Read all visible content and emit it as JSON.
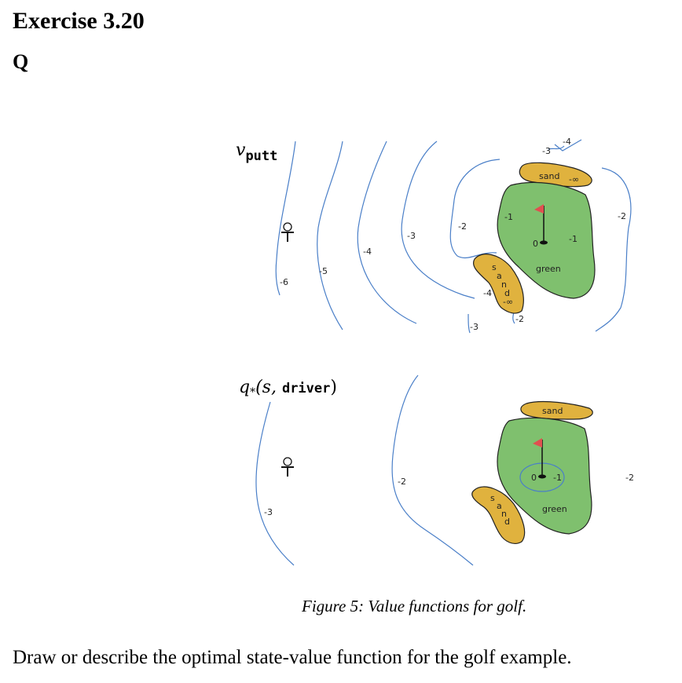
{
  "document": {
    "title": "Exercise 3.20",
    "section_label": "Q",
    "figure_caption": "Figure 5: Value functions for golf.",
    "question_text": "Draw or describe the optimal state-value function for the golf example."
  },
  "figure": {
    "top_panel": {
      "title_symbol": "v",
      "title_subscript": "putt",
      "contour_labels": [
        "-6",
        "-5",
        "-4",
        "-3",
        "-2",
        "-1",
        "-2",
        "-3",
        "-4",
        "-2",
        "-1",
        "-3",
        "-4"
      ],
      "sand_top_label": "sand",
      "sand_top_value": "-∞",
      "sand_side_letters": [
        "s",
        "a",
        "n",
        "d"
      ],
      "sand_side_value": "-∞",
      "green_label": "green",
      "hole_value": "0"
    },
    "bottom_panel": {
      "title_main": "q",
      "title_star": "*",
      "title_open": "(s, ",
      "title_action": "driver",
      "title_close": ")",
      "contour_labels": [
        "-3",
        "-2",
        "-1",
        "-2"
      ],
      "sand_top_label": "sand",
      "sand_side_letters": [
        "s",
        "a",
        "n",
        "d"
      ],
      "green_label": "green",
      "hole_value": "0"
    },
    "colors": {
      "contour": "#4a7fc8",
      "sand": "#e0b23e",
      "green": "#7fc06e",
      "flag": "#e05050"
    },
    "icons": [
      "golf-tee-icon",
      "flag-icon",
      "hole-icon"
    ]
  }
}
